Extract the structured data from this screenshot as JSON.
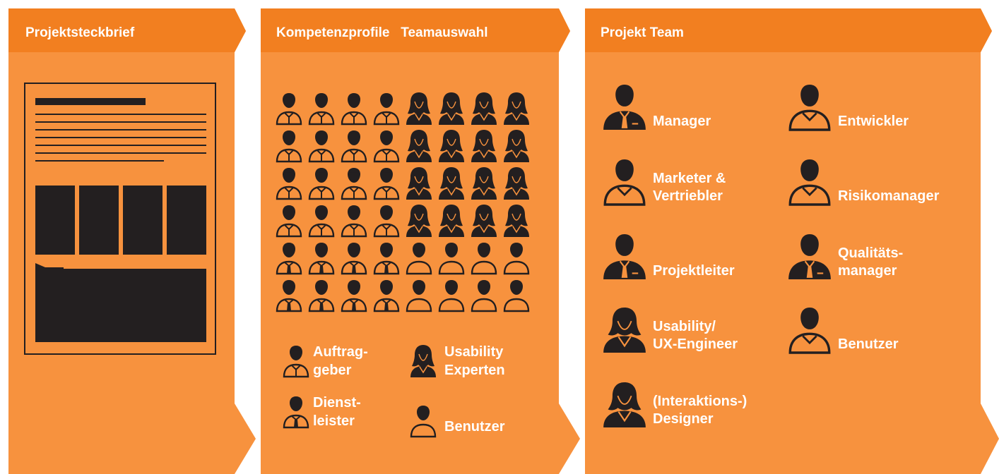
{
  "colors": {
    "panel_body": "#f7923e",
    "panel_header": "#f27f20",
    "ink": "#231f20",
    "text": "#ffffff"
  },
  "panels": [
    {
      "title": "Projektsteckbrief"
    },
    {
      "title": "Kompetenzprofile   Teamauswahl"
    },
    {
      "title": "Projekt Team"
    }
  ],
  "legend": [
    {
      "label": "Auftrag-\ngeber",
      "icon": "client-person-icon"
    },
    {
      "label": "Usability\nExperten",
      "icon": "usability-expert-person-icon"
    },
    {
      "label": "Dienst-\nleister",
      "icon": "service-provider-person-icon"
    },
    {
      "label": "Benutzer",
      "icon": "user-person-icon"
    }
  ],
  "team_roles": [
    {
      "label": "Manager",
      "icon": "manager-icon"
    },
    {
      "label": "Entwickler",
      "icon": "developer-icon"
    },
    {
      "label": "Marketer &\nVertriebler",
      "icon": "marketer-icon"
    },
    {
      "label": "Risikomanager",
      "icon": "risk-manager-icon"
    },
    {
      "label": "Projektleiter",
      "icon": "project-leader-icon"
    },
    {
      "label": "Qualitäts-\nmanager",
      "icon": "quality-manager-icon"
    },
    {
      "label": "Usability/\nUX-Engineer",
      "icon": "ux-engineer-icon"
    },
    {
      "label": "Benutzer",
      "icon": "user-icon"
    },
    {
      "label": "(Interaktions-)\nDesigner",
      "icon": "designer-icon"
    }
  ]
}
